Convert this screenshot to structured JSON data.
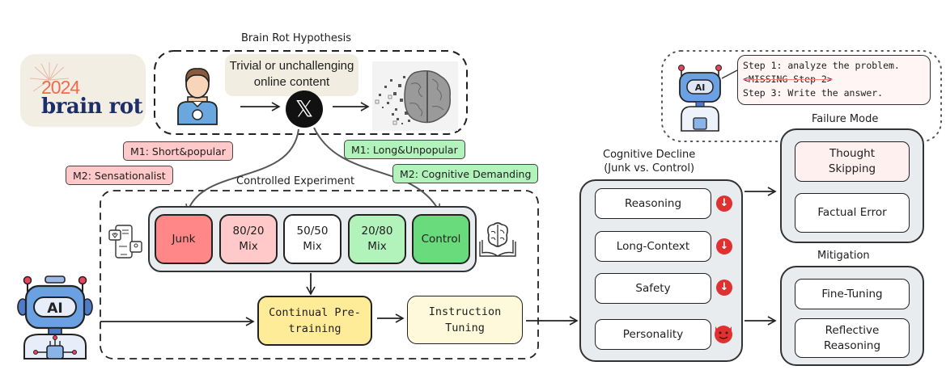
{
  "logo": {
    "year": "2024",
    "word": "brain rot",
    "year_color": "#f26a4b",
    "word_color": "#1c2f6b"
  },
  "hypothesis": {
    "title": "Brain Rot Hypothesis",
    "content_label": "Trivial or unchallenging\nonline content",
    "platform_icon": "x-logo-icon",
    "platform_glyph": "𝕏"
  },
  "junk_criteria": [
    {
      "label": "M1: Short&popular"
    },
    {
      "label": "M2: Sensationalist"
    }
  ],
  "control_criteria": [
    {
      "label": "M1: Long&Unpopular"
    },
    {
      "label": "M2: Cognitive Demanding"
    }
  ],
  "experiment": {
    "title": "Controlled Experiment",
    "mixes": [
      {
        "label": "Junk",
        "color": "#ff8787"
      },
      {
        "label": "80/20\nMix",
        "color": "#ffc9c9"
      },
      {
        "label": "50/50\nMix",
        "color": "#ffffff"
      },
      {
        "label": "20/80\nMix",
        "color": "#b2f2bb"
      },
      {
        "label": "Control",
        "color": "#69db7c"
      }
    ],
    "steps": [
      {
        "label": "Continual Pre-\ntraining",
        "color": "#ffec99"
      },
      {
        "label": "Instruction\nTuning",
        "color": "#fff9db"
      }
    ]
  },
  "cognitive_decline": {
    "title": "Cognitive Decline\n(Junk vs. Control)",
    "items": [
      {
        "label": "Reasoning",
        "indicator": "down-arrow-icon",
        "glyph": "↓"
      },
      {
        "label": "Long-Context",
        "indicator": "down-arrow-icon",
        "glyph": "↓"
      },
      {
        "label": "Safety",
        "indicator": "down-arrow-icon",
        "glyph": "↓"
      },
      {
        "label": "Personality",
        "indicator": "devil-face-icon",
        "glyph": "😈"
      }
    ]
  },
  "failure_mode": {
    "title": "Failure Mode",
    "items": [
      {
        "label": "Thought\nSkipping",
        "color": "#fff0f0"
      },
      {
        "label": "Factual Error",
        "color": "#ffffff"
      }
    ],
    "example": {
      "line1": "Step 1: analyze the problem.",
      "line2": "<MISSING Step 2>",
      "line3": "Step 3: Write the answer."
    }
  },
  "mitigation": {
    "title": "Mitigation",
    "items": [
      {
        "label": "Fine-Tuning"
      },
      {
        "label": "Reflective\nReasoning"
      }
    ]
  },
  "colors": {
    "panel_fill": "#e9ecef",
    "badge_red": "#e03131",
    "robot_blue": "#5b8fd6"
  }
}
